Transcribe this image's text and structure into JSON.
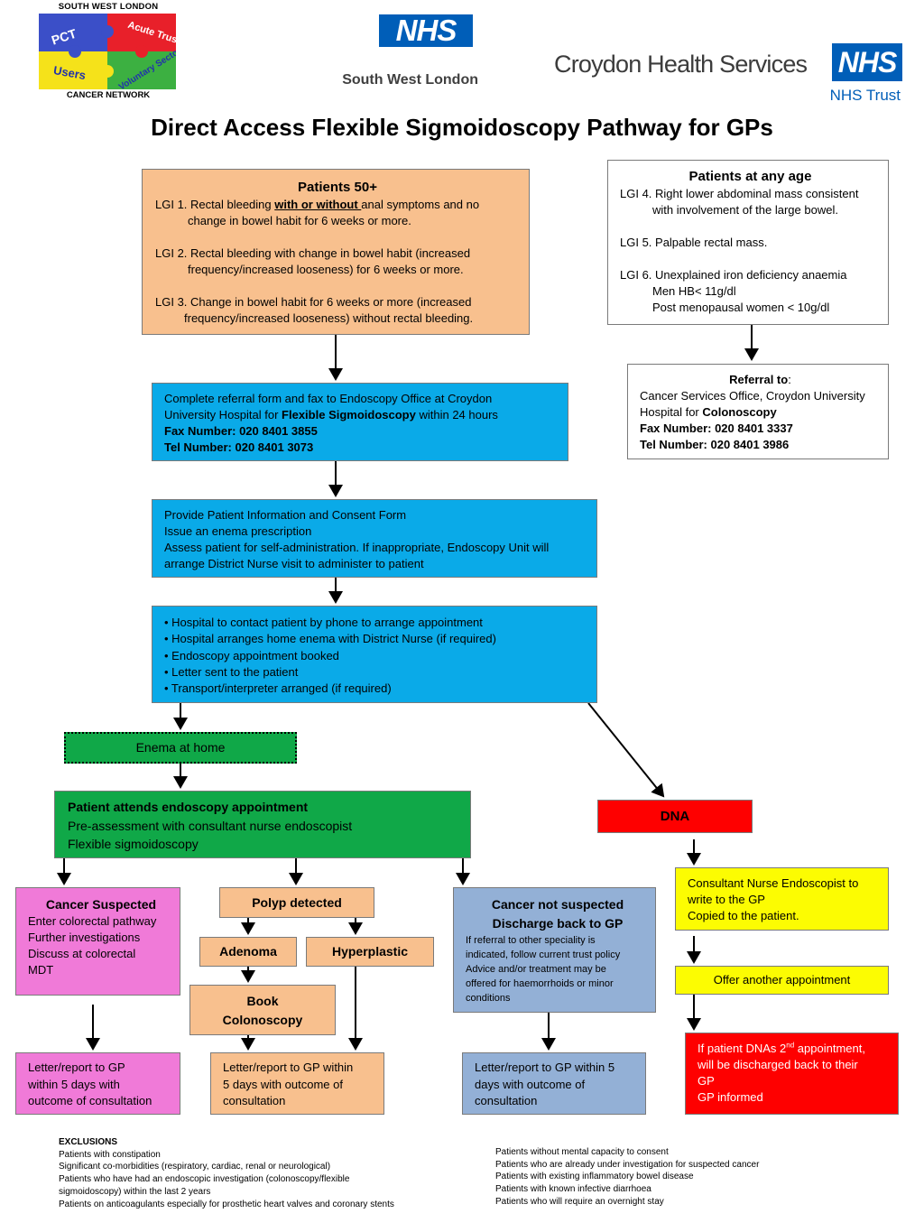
{
  "logos": {
    "network": {
      "top": "SOUTH WEST LONDON",
      "pieces": [
        "PCT",
        "Acute Trust",
        "Users",
        "Voluntary Sector"
      ],
      "bottom": "CANCER NETWORK"
    },
    "nhs_swl": {
      "badge": "NHS",
      "caption": "South West London"
    },
    "croydon": {
      "name": "Croydon Health Services",
      "badge": "NHS",
      "trust": "NHS Trust"
    }
  },
  "title": "Direct Access Flexible Sigmoidoscopy Pathway for GPs",
  "patients50": {
    "heading": "Patients 50+",
    "lgi1_a": "LGI 1. Rectal bleeding ",
    "lgi1_em": "with or without ",
    "lgi1_b": "anal symptoms and no",
    "lgi1_c": "change in bowel habit for 6 weeks or more.",
    "lgi2_a": "LGI 2. Rectal bleeding with change in bowel habit  (increased",
    "lgi2_b": "frequency/increased looseness) for 6 weeks or more.",
    "lgi3_a": "LGI 3. Change in bowel habit for 6 weeks or more (increased",
    "lgi3_b": "frequency/increased looseness) without rectal bleeding."
  },
  "any_age": {
    "heading": "Patients at any age",
    "lgi4_a": "LGI 4. Right lower abdominal mass consistent",
    "lgi4_b": "with involvement of the large bowel.",
    "lgi5": "LGI 5. Palpable rectal mass.",
    "lgi6_a": "LGI 6. Unexplained iron deficiency anaemia",
    "lgi6_b": "Men HB< 11g/dl",
    "lgi6_c": "Post menopausal women < 10g/dl"
  },
  "referral_colon": {
    "heading": "Referral to",
    "colon": ":",
    "line1": "Cancer Services Office, Croydon University",
    "line2_a": "Hospital for ",
    "line2_b": "Colonoscopy",
    "fax": "Fax Number:  020 8401 3337",
    "tel": "Tel Number:  020 8401 3986"
  },
  "referral_flexi": {
    "line1": "Complete referral form and fax to Endoscopy Office at Croydon",
    "line2_a": "University Hospital for ",
    "line2_b": "Flexible Sigmoidoscopy",
    "line2_c": " within 24 hours",
    "fax": "Fax Number: 020 8401 3855",
    "tel": "Tel Number: 020 8401 3073"
  },
  "consent": {
    "line1": "Provide Patient Information and Consent Form",
    "line2": "Issue an enema prescription",
    "line3": "Assess patient for self-administration.  If inappropriate, Endoscopy Unit will",
    "line4": "arrange District Nurse visit to administer to patient"
  },
  "hospital_steps": [
    "• Hospital to contact patient by phone to arrange appointment",
    "• Hospital arranges home enema with District Nurse (if required)",
    "• Endoscopy appointment booked",
    "• Letter sent to the patient",
    "• Transport/interpreter arranged (if required)"
  ],
  "enema": "Enema at home",
  "attends": {
    "heading": "Patient attends endoscopy appointment",
    "line1": "Pre-assessment with consultant nurse endoscopist",
    "line2": "Flexible sigmoidoscopy"
  },
  "dna": "DNA",
  "cancer_suspected": {
    "heading": "Cancer Suspected",
    "lines": [
      "Enter colorectal pathway",
      "Further investigations",
      "Discuss at colorectal",
      "MDT"
    ]
  },
  "polyp": "Polyp detected",
  "adenoma": "Adenoma",
  "hyperplastic": "Hyperplastic",
  "book_colonoscopy": {
    "line1": "Book",
    "line2": "Colonoscopy"
  },
  "not_suspected": {
    "heading1": "Cancer not suspected",
    "heading2": "Discharge back to GP",
    "lines": [
      "If referral to other speciality is",
      "indicated, follow current trust policy",
      "Advice and/or treatment may be",
      "offered for haemorrhoids or minor",
      "conditions"
    ]
  },
  "consultant_nurse": {
    "lines": [
      "Consultant Nurse Endoscopist to",
      "write to the GP",
      "Copied to the patient."
    ]
  },
  "offer": "Offer another appointment",
  "discharge_red": {
    "line1_a": "If patient DNAs 2",
    "sup": "nd",
    "line1_b": " appointment,",
    "line2": "will be discharged back to their",
    "line3": "GP",
    "line4": "GP informed"
  },
  "letter_pink": [
    "Letter/report  to GP",
    "within 5 days with",
    "outcome of consultation"
  ],
  "letter_peach": [
    "Letter/report to GP within",
    "5 days with outcome of",
    "consultation"
  ],
  "letter_slate": [
    "Letter/report to GP within 5",
    "days with outcome of",
    "consultation"
  ],
  "exclusions": {
    "heading": "EXCLUSIONS",
    "left": [
      "Patients with constipation",
      "Significant co-morbidities (respiratory, cardiac, renal or neurological)",
      "Patients who have had an endoscopic investigation (colonoscopy/flexible",
      "sigmoidoscopy) within the last 2 years",
      "Patients on anticoagulants especially for prosthetic heart valves and coronary stents"
    ],
    "right": [
      "Patients without mental capacity to consent",
      "Patients who are already under investigation for suspected cancer",
      "Patients with existing inflammatory bowel disease",
      "Patients with known infective diarrhoea",
      "Patients who will require an overnight stay"
    ]
  },
  "colors": {
    "peach": "#f8c08e",
    "blue": "#0aaae8",
    "green": "#10a848",
    "pink": "#f07ad8",
    "slate": "#93b0d6",
    "yellow": "#fcfc02",
    "red": "#fe0000",
    "nhs_blue": "#005eb8"
  }
}
